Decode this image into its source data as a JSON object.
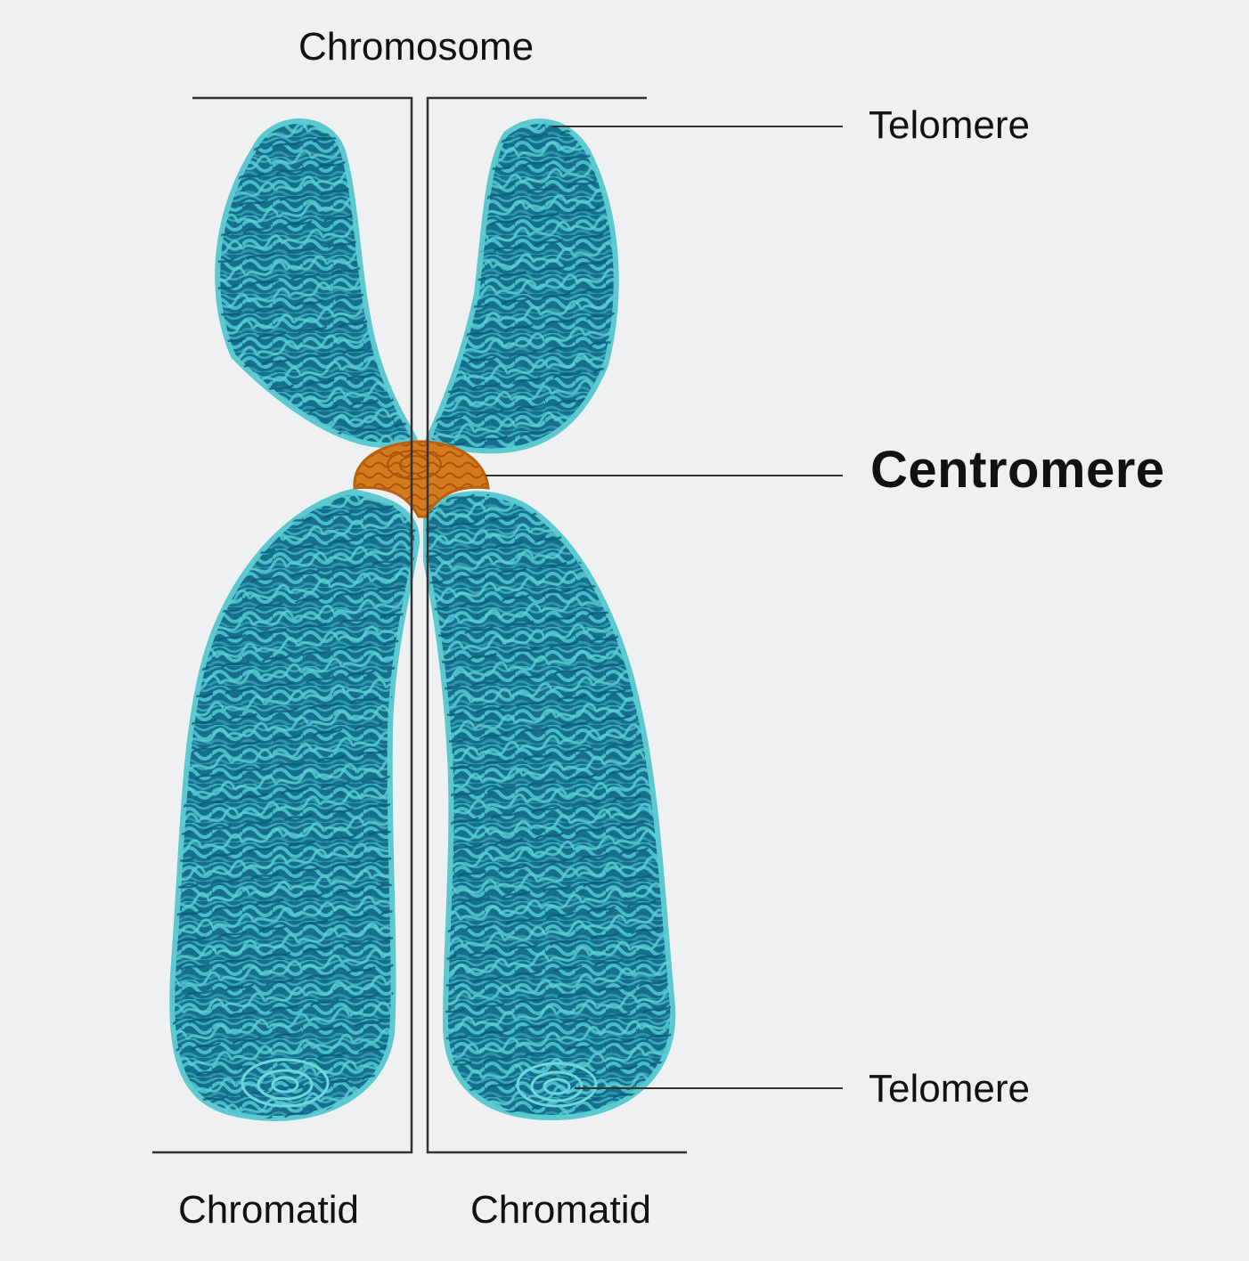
{
  "labels": {
    "chromosome": "Chromosome",
    "telomere_top": "Telomere",
    "centromere": "Centromere",
    "telomere_bottom": "Telomere",
    "chromatid_left": "Chromatid",
    "chromatid_right": "Chromatid"
  },
  "colors": {
    "background": "#eff0f2",
    "chromatid_dark": "#0e6e8a",
    "chromatid_light": "#4cc4cc",
    "centromere": "#d97c1c",
    "line": "#333333"
  }
}
